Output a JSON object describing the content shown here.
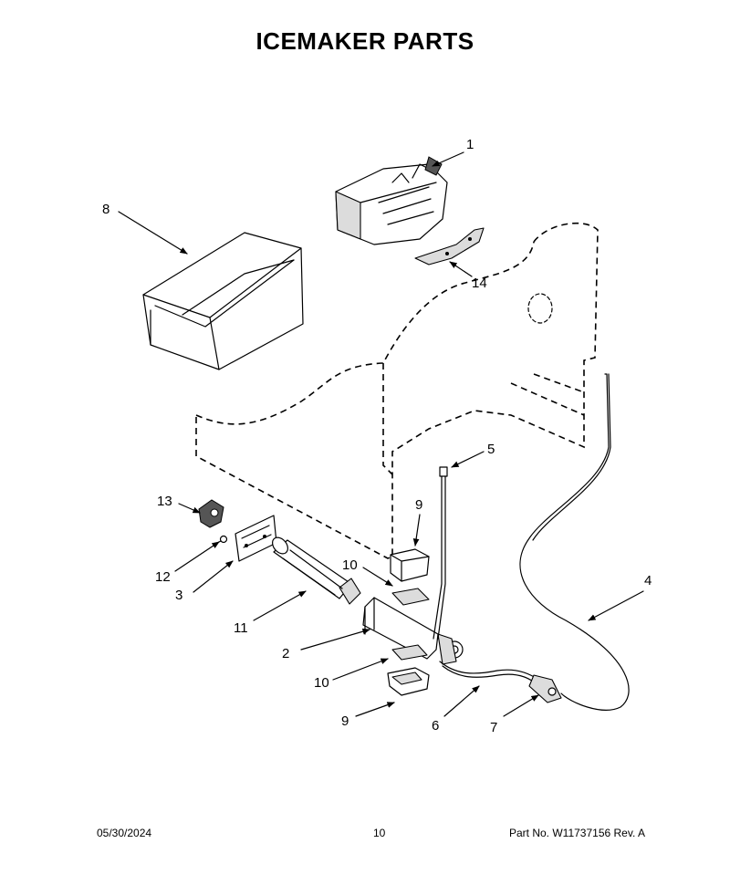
{
  "page": {
    "title": "ICEMAKER PARTS",
    "footer": {
      "date": "05/30/2024",
      "page_number": "10",
      "part_number": "Part No.  W11737156  Rev.  A"
    }
  },
  "callouts": [
    {
      "id": "c1",
      "label": "1"
    },
    {
      "id": "c14",
      "label": "14"
    },
    {
      "id": "c8",
      "label": "8"
    },
    {
      "id": "c5",
      "label": "5"
    },
    {
      "id": "c9a",
      "label": "9"
    },
    {
      "id": "c13",
      "label": "13"
    },
    {
      "id": "c10a",
      "label": "10"
    },
    {
      "id": "c12",
      "label": "12"
    },
    {
      "id": "c3",
      "label": "3"
    },
    {
      "id": "c4",
      "label": "4"
    },
    {
      "id": "c11",
      "label": "11"
    },
    {
      "id": "c2",
      "label": "2"
    },
    {
      "id": "c10b",
      "label": "10"
    },
    {
      "id": "c9b",
      "label": "9"
    },
    {
      "id": "c6",
      "label": "6"
    },
    {
      "id": "c7",
      "label": "7"
    }
  ]
}
